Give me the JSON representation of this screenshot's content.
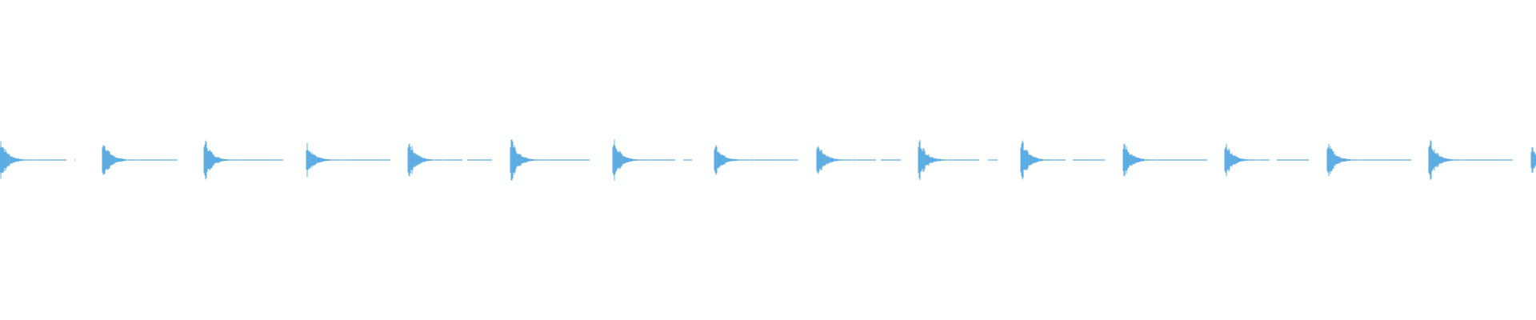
{
  "waveform": {
    "color": "#5dade2",
    "hit_count": 16,
    "hits": [
      {
        "peak": 0.95,
        "tail": 0.85
      },
      {
        "peak": 0.95,
        "tail": 0.85
      },
      {
        "peak": 1.0,
        "tail": 0.9
      },
      {
        "peak": 0.75,
        "tail": 0.95
      },
      {
        "peak": 0.95,
        "tail": 0.95
      },
      {
        "peak": 1.0,
        "tail": 0.9
      },
      {
        "peak": 1.0,
        "tail": 0.9
      },
      {
        "peak": 0.8,
        "tail": 0.95
      },
      {
        "peak": 0.85,
        "tail": 0.95
      },
      {
        "peak": 1.0,
        "tail": 0.9
      },
      {
        "peak": 0.95,
        "tail": 0.95
      },
      {
        "peak": 0.85,
        "tail": 0.95
      },
      {
        "peak": 0.85,
        "tail": 0.95
      },
      {
        "peak": 0.85,
        "tail": 0.95
      },
      {
        "peak": 1.0,
        "tail": 0.95
      },
      {
        "peak": 0.6,
        "tail": 0.0
      }
    ]
  }
}
